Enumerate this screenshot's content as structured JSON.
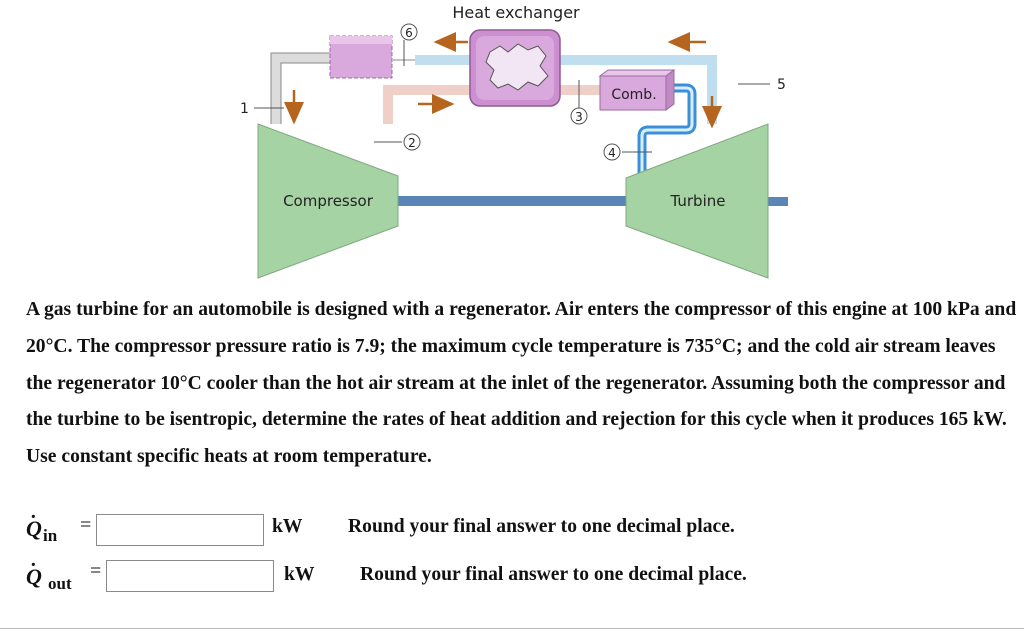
{
  "diagram": {
    "title": "Heat exchanger",
    "compressor_label": "Compressor",
    "turbine_label": "Turbine",
    "combustor_label": "Comb.",
    "state_labels": [
      "1",
      "2",
      "3",
      "4",
      "5",
      "6"
    ],
    "colors": {
      "machine_green": "#a6d3a4",
      "heat_exchanger": "#cc8fd0",
      "combustor": "#d9a8dc",
      "hot_pipe": "#bfdff1",
      "warm_pipe": "#f1cfc9",
      "cold_inlet_pipe": "#dcdcdc",
      "blue_pipe": "#3b8fd8",
      "shaft": "#5a85b6",
      "arrow": "#b5651d"
    }
  },
  "problem": {
    "text": "A gas turbine for an automobile is designed with a regenerator. Air enters the compressor of this engine at 100 kPa and 20°C. The compressor pressure ratio is 7.9; the maximum cycle temperature is 735°C; and the cold air stream leaves the regenerator 10°C cooler than the hot air stream at the inlet of the regenerator. Assuming both the compressor and the turbine to be isentropic, determine the rates of heat addition and rejection for this cycle when it produces 165 kW. Use constant specific heats at room temperature."
  },
  "answers": [
    {
      "symbol": "Q",
      "subscript": "in",
      "equals": "=",
      "value": "",
      "unit": "kW",
      "note": "Round your final answer to one decimal place."
    },
    {
      "symbol": "Q",
      "subscript": "out",
      "equals": "=",
      "value": "",
      "unit": "kW",
      "note": "Round your final answer to one decimal place."
    }
  ]
}
